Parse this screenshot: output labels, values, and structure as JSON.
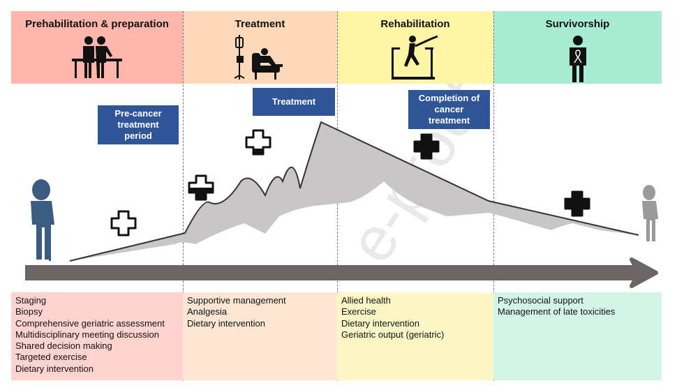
{
  "phases": [
    {
      "title": "Prehabilitation & preparation",
      "color": "#ffb6ad",
      "icon": "patient-with-doctor-icon"
    },
    {
      "title": "Treatment",
      "color": "#fdd8b9",
      "icon": "chemotherapy-chair-icon"
    },
    {
      "title": "Rehabilitation",
      "color": "#fff5a6",
      "icon": "treadmill-exercise-icon"
    },
    {
      "title": "Survivorship",
      "color": "#a8ecd4",
      "icon": "cancer-ribbon-person-icon"
    }
  ],
  "labels": {
    "pre_cancer": [
      "Pre-cancer",
      "treatment",
      "period"
    ],
    "treatment": [
      "Treatment"
    ],
    "completion": [
      "Completion of",
      "cancer",
      "treatment"
    ]
  },
  "lists": {
    "prehab": [
      "Staging",
      "Biopsy",
      "Comprehensive geriatric assessment",
      "Multidisciplinary meeting discussion",
      "Shared decision making",
      "Targeted exercise",
      "Dietary intervention"
    ],
    "treatment": [
      "Supportive management",
      "Analgesia",
      "Dietary intervention"
    ],
    "rehab": [
      "Allied health",
      "Exercise",
      "Dietary intervention",
      "Geriatric output (geriatric)"
    ],
    "survivorship": [
      "Psychosocial support",
      "Management of late toxicities"
    ]
  },
  "watermark": "e-proof",
  "colors": {
    "label_box": "#2f5597",
    "arrow": "#6b6565",
    "curve_fill": "#c8c6c6",
    "patient_blue": "#3b5c80",
    "patient_grey": "#9a9a9a"
  }
}
